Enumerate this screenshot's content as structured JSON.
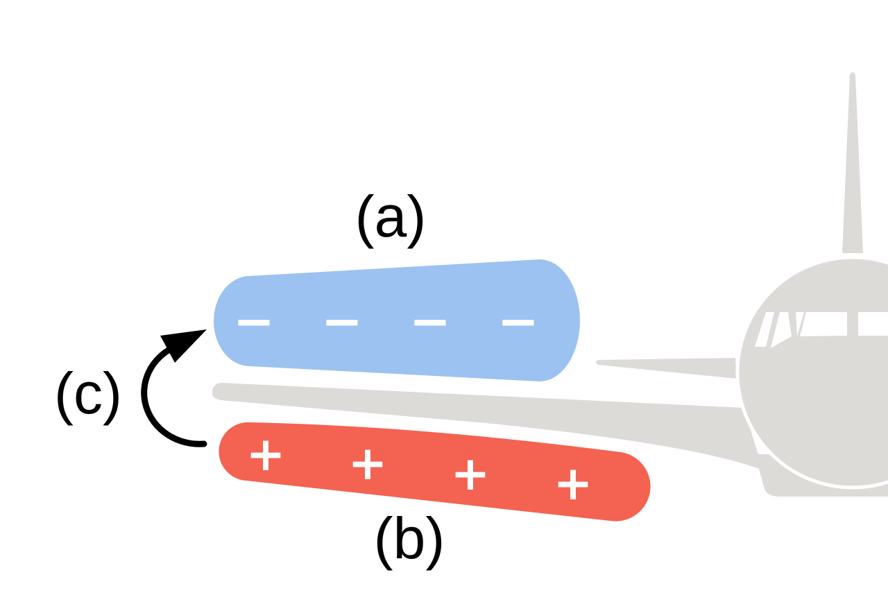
{
  "labels": {
    "a": "(a)",
    "b": "(b)",
    "c": "(c)"
  },
  "colors": {
    "low_pressure_region": "#9bc2f0",
    "high_pressure_region": "#f46252",
    "aircraft": "#dcdbd8",
    "arrow": "#000000",
    "signs": "#ffffff"
  },
  "regions": {
    "upper_signs": [
      "−",
      "−",
      "−",
      "−"
    ],
    "lower_signs": [
      "+",
      "+",
      "+",
      "+"
    ]
  },
  "icons": {
    "aircraft": "airplane-front-view-icon",
    "circulation_arrow": "curved-arrow-icon"
  }
}
